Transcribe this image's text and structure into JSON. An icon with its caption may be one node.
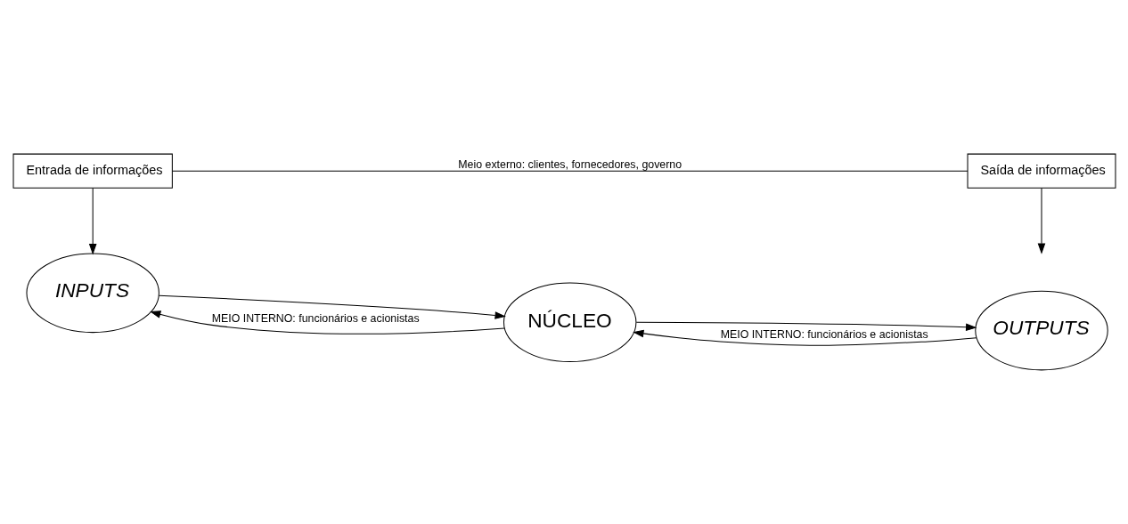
{
  "diagram": {
    "nodes": [
      {
        "text": [
          "INPUTS"
        ]
      },
      {
        "text": [
          "NÚCLEO"
        ]
      },
      {
        "text": [
          "OUTPUTS"
        ]
      },
      {
        "text": [
          "Entrada de informações"
        ]
      },
      {
        "text": [
          "Saída de informações"
        ]
      }
    ],
    "edges": [
      {
        "from": 0,
        "to": 1,
        "arrow": "to"
      },
      {
        "from": 1,
        "to": 2,
        "arrow": "to"
      },
      {
        "from": 1,
        "to": 0,
        "arrow": "to",
        "label": "MEIO INTERNO: funcionários e acionistas"
      },
      {
        "from": 2,
        "to": 1,
        "arrow": "to",
        "label": "MEIO INTERNO: funcionários e acionistas"
      },
      {
        "from": 3,
        "to": 0,
        "arrow": "to"
      },
      {
        "from": 3,
        "to": 4,
        "arrow": "none",
        "label": "Meio externo: clientes, fornecedores, governo"
      },
      {
        "from": 4,
        "to": null,
        "arrow": "to"
      }
    ]
  }
}
